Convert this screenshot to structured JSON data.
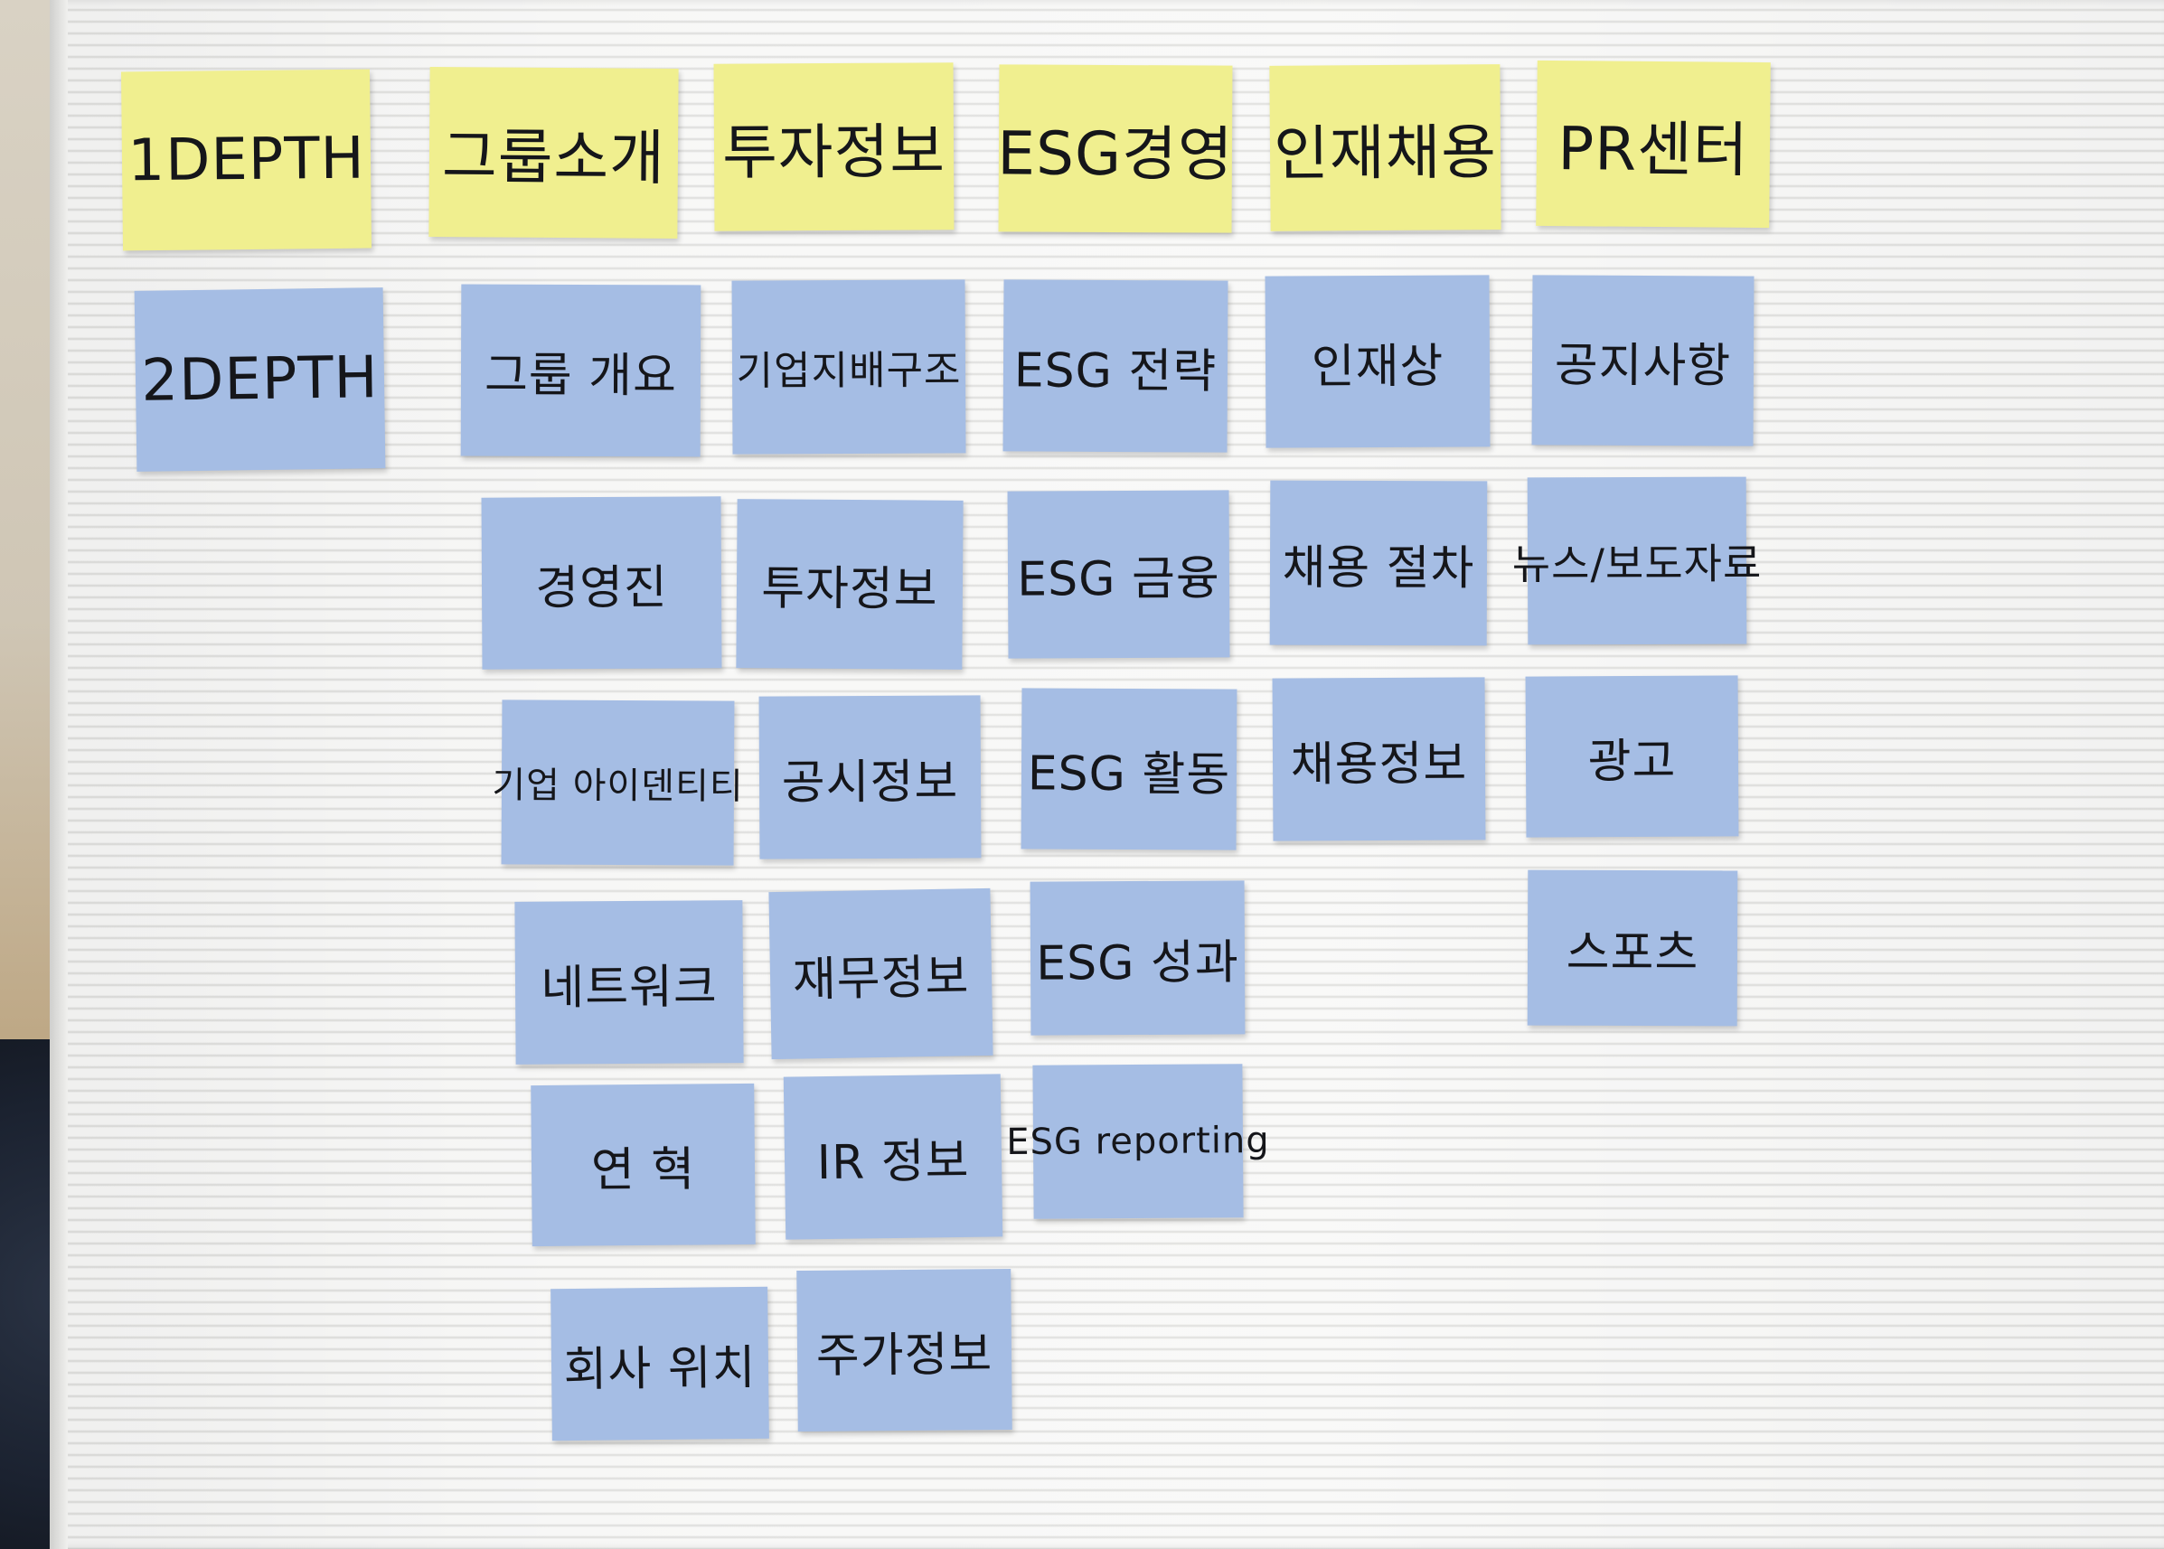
{
  "depth1": {
    "label": "1DEPTH",
    "items": [
      "그룹소개",
      "투자정보",
      "ESG경영",
      "인재채용",
      "PR센터"
    ]
  },
  "depth2": {
    "label": "2DEPTH",
    "columns": [
      [
        "그룹 개요",
        "경영진",
        "기업 아이덴티티",
        "네트워크",
        "연 혁",
        "회사 위치"
      ],
      [
        "기업지배구조",
        "투자정보",
        "공시정보",
        "재무정보",
        "IR 정보",
        "주가정보"
      ],
      [
        "ESG 전략",
        "ESG 금융",
        "ESG 활동",
        "ESG 성과",
        "ESG reporting"
      ],
      [
        "인재상",
        "채용 절차",
        "채용정보"
      ],
      [
        "공지사항",
        "뉴스/보도자료",
        "광고",
        "스포츠"
      ]
    ]
  },
  "colors": {
    "depth1_note": "#f0ef8f",
    "depth2_note": "#a5bde4",
    "board": "#e8e8e6"
  }
}
